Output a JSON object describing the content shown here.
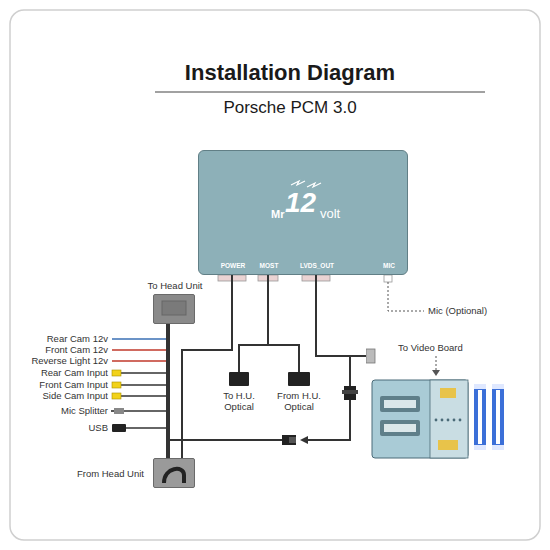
{
  "diagram": {
    "title": "Installation Diagram",
    "nodes": [
      {
        "text": [
          "Mr",
          "12",
          "volt",
          "POWER",
          "MOST",
          "LVDS_OUT",
          "MIC"
        ]
      },
      {
        "text": [
          "To Head Unit"
        ]
      },
      {
        "text": [
          "From Head Unit"
        ]
      },
      {
        "text": [
          "To H.U. Optical"
        ]
      },
      {
        "text": [
          "From H.U. Optical"
        ]
      },
      {
        "text": [
          "To Video Board"
        ]
      }
    ],
    "edges": [
      {
        "from": 1,
        "to": 2,
        "arrow": "none"
      },
      {
        "from": 0,
        "to": 2,
        "arrow": "none"
      },
      {
        "from": 0,
        "to": 3,
        "arrow": "none"
      },
      {
        "from": 0,
        "to": 4,
        "arrow": "none"
      },
      {
        "from": 0,
        "to": 5,
        "arrow": "none"
      }
    ],
    "labels": [
      "Porsche PCM 3.0",
      "Rear Cam 12v",
      "Front Cam 12v",
      "Reverse Light 12v",
      "Rear Cam Input",
      "Front Cam Input",
      "Side Cam Input",
      "Mic Splitter",
      "USB",
      "Mic (Optional)"
    ]
  }
}
